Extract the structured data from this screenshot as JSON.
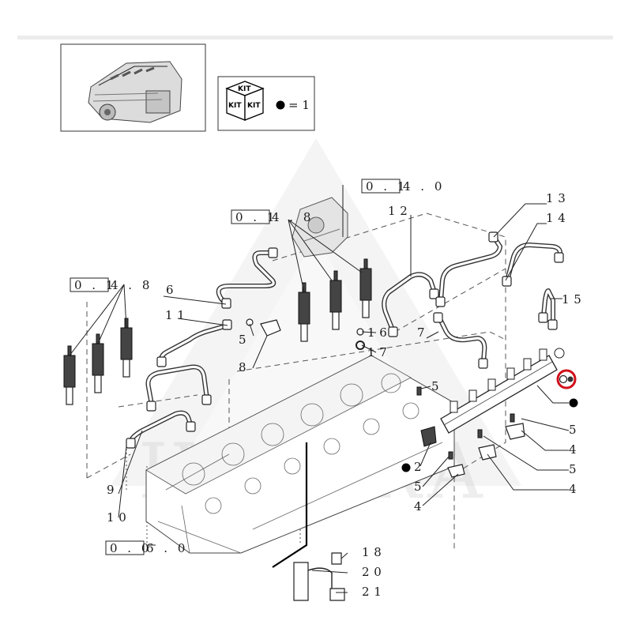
{
  "kit_legend": {
    "kit_label": "KIT",
    "equation": "= 1"
  },
  "references": [
    {
      "id": "ref-0140",
      "boxed": "0 . 1",
      "rest": "4 . 0"
    },
    {
      "id": "ref-0148-top",
      "boxed": "0 . 1",
      "rest": "4 . 8"
    },
    {
      "id": "ref-0148-left",
      "boxed": "0 . 1",
      "rest": "4 . 8"
    },
    {
      "id": "ref-0060",
      "boxed": "0 . 0",
      "rest": "6 . 0"
    }
  ],
  "callouts": [
    "1 3",
    "1 4",
    "1 2",
    "1 5",
    "6",
    "1 1",
    "5",
    "8",
    "1 6",
    "1 7",
    "7",
    "5",
    "5",
    "4",
    "5",
    "4",
    "2",
    "5",
    "4",
    "9",
    "1 0",
    "1 8",
    "2 0",
    "2 1"
  ],
  "watermark": "IVEGRA",
  "colors": {
    "highlight": "#d0101a",
    "line": "#222222",
    "watermark": "#cfcfcf"
  }
}
